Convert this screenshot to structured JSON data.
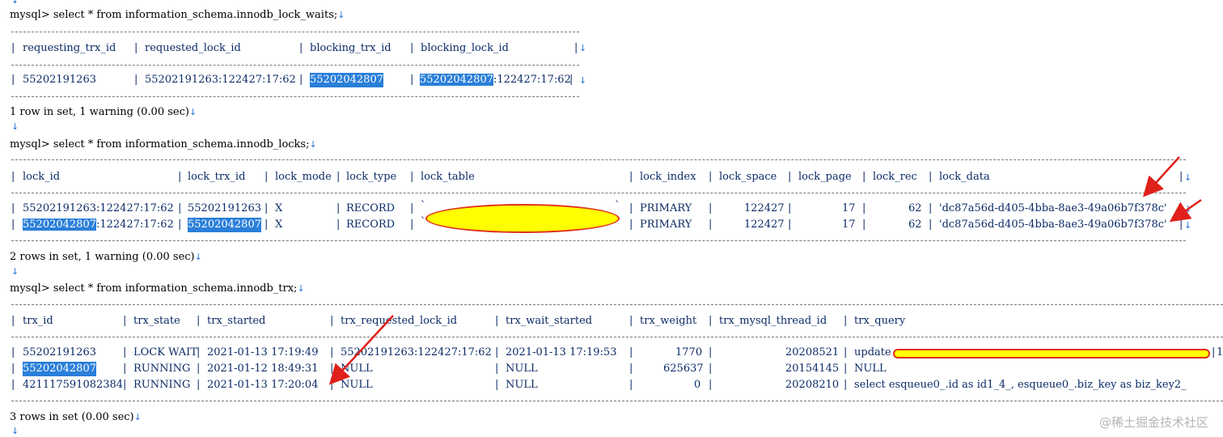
{
  "cmd1": "mysql> select * from information_schema.innodb_lock_waits;",
  "cmd2": "mysql> select * from information_schema.innodb_locks;",
  "cmd3": "mysql> select * from information_schema.innodb_trx;",
  "status1": "1 row in set, 1 warning (0.00 sec)",
  "status2": "2 rows in set, 1 warning (0.00 sec)",
  "status3": "3 rows in set (0.00 sec)",
  "ret": "↓",
  "t1": {
    "headers": [
      "requesting_trx_id",
      "requested_lock_id",
      "blocking_trx_id",
      "blocking_lock_id"
    ],
    "row": {
      "c0": "55202191263",
      "c1": "55202191263:122427:17:62",
      "c2": "55202042807",
      "c3a": "55202042807",
      "c3b": ":122427:17:62"
    }
  },
  "t2": {
    "headers": [
      "lock_id",
      "lock_trx_id",
      "lock_mode",
      "lock_type",
      "lock_table",
      "lock_index",
      "lock_space",
      "lock_page",
      "lock_rec",
      "lock_data"
    ],
    "rows": [
      {
        "lock_id_a": "55202191263:122427:17:62",
        "lock_id_b": "",
        "trx": "55202191263",
        "mode": "X",
        "type": "RECORD",
        "index": "PRIMARY",
        "space": "122427",
        "page": "17",
        "rec": "62",
        "data": "'dc87a56d-d405-4bba-8ae3-49a06b7f378c'"
      },
      {
        "lock_id_a": "55202042807",
        "lock_id_b": ":122427:17:62",
        "trx": "55202042807",
        "mode": "X",
        "type": "RECORD",
        "index": "PRIMARY",
        "space": "122427",
        "page": "17",
        "rec": "62",
        "data": "'dc87a56d-d405-4bba-8ae3-49a06b7f378c'"
      }
    ]
  },
  "t3": {
    "headers": [
      "trx_id",
      "trx_state",
      "trx_started",
      "trx_requested_lock_id",
      "trx_wait_started",
      "trx_weight",
      "trx_mysql_thread_id",
      "trx_query"
    ],
    "rows": [
      {
        "id": "55202191263",
        "state": "LOCK WAIT",
        "started": "2021-01-13 17:19:49",
        "req": "55202191263:122427:17:62",
        "wait": "2021-01-13 17:19:53",
        "weight": "1770",
        "thread": "20208521",
        "query": "update",
        "tail": "1"
      },
      {
        "id": "55202042807",
        "state": "RUNNING",
        "started": "2021-01-12 18:49:31",
        "req": "NULL",
        "wait": "NULL",
        "weight": "625637",
        "thread": "20154145",
        "query": "NULL",
        "tail": ""
      },
      {
        "id": "421117591082384",
        "state": "RUNNING",
        "started": "2021-01-13 17:20:04",
        "req": "NULL",
        "wait": "NULL",
        "weight": "0",
        "thread": "20208210",
        "query": "select esqueue0_.id as id1_4_, esqueue0_.biz_key as biz_key2_",
        "tail": ""
      }
    ]
  },
  "watermark": "@稀土掘金技术社区",
  "colors": {
    "highlight": "#2a7fd9",
    "redaction_fill": "#ffff00",
    "redaction_border": "#e0301e",
    "arrow": "#e0201a",
    "return_glyph": "#2a73d9"
  }
}
